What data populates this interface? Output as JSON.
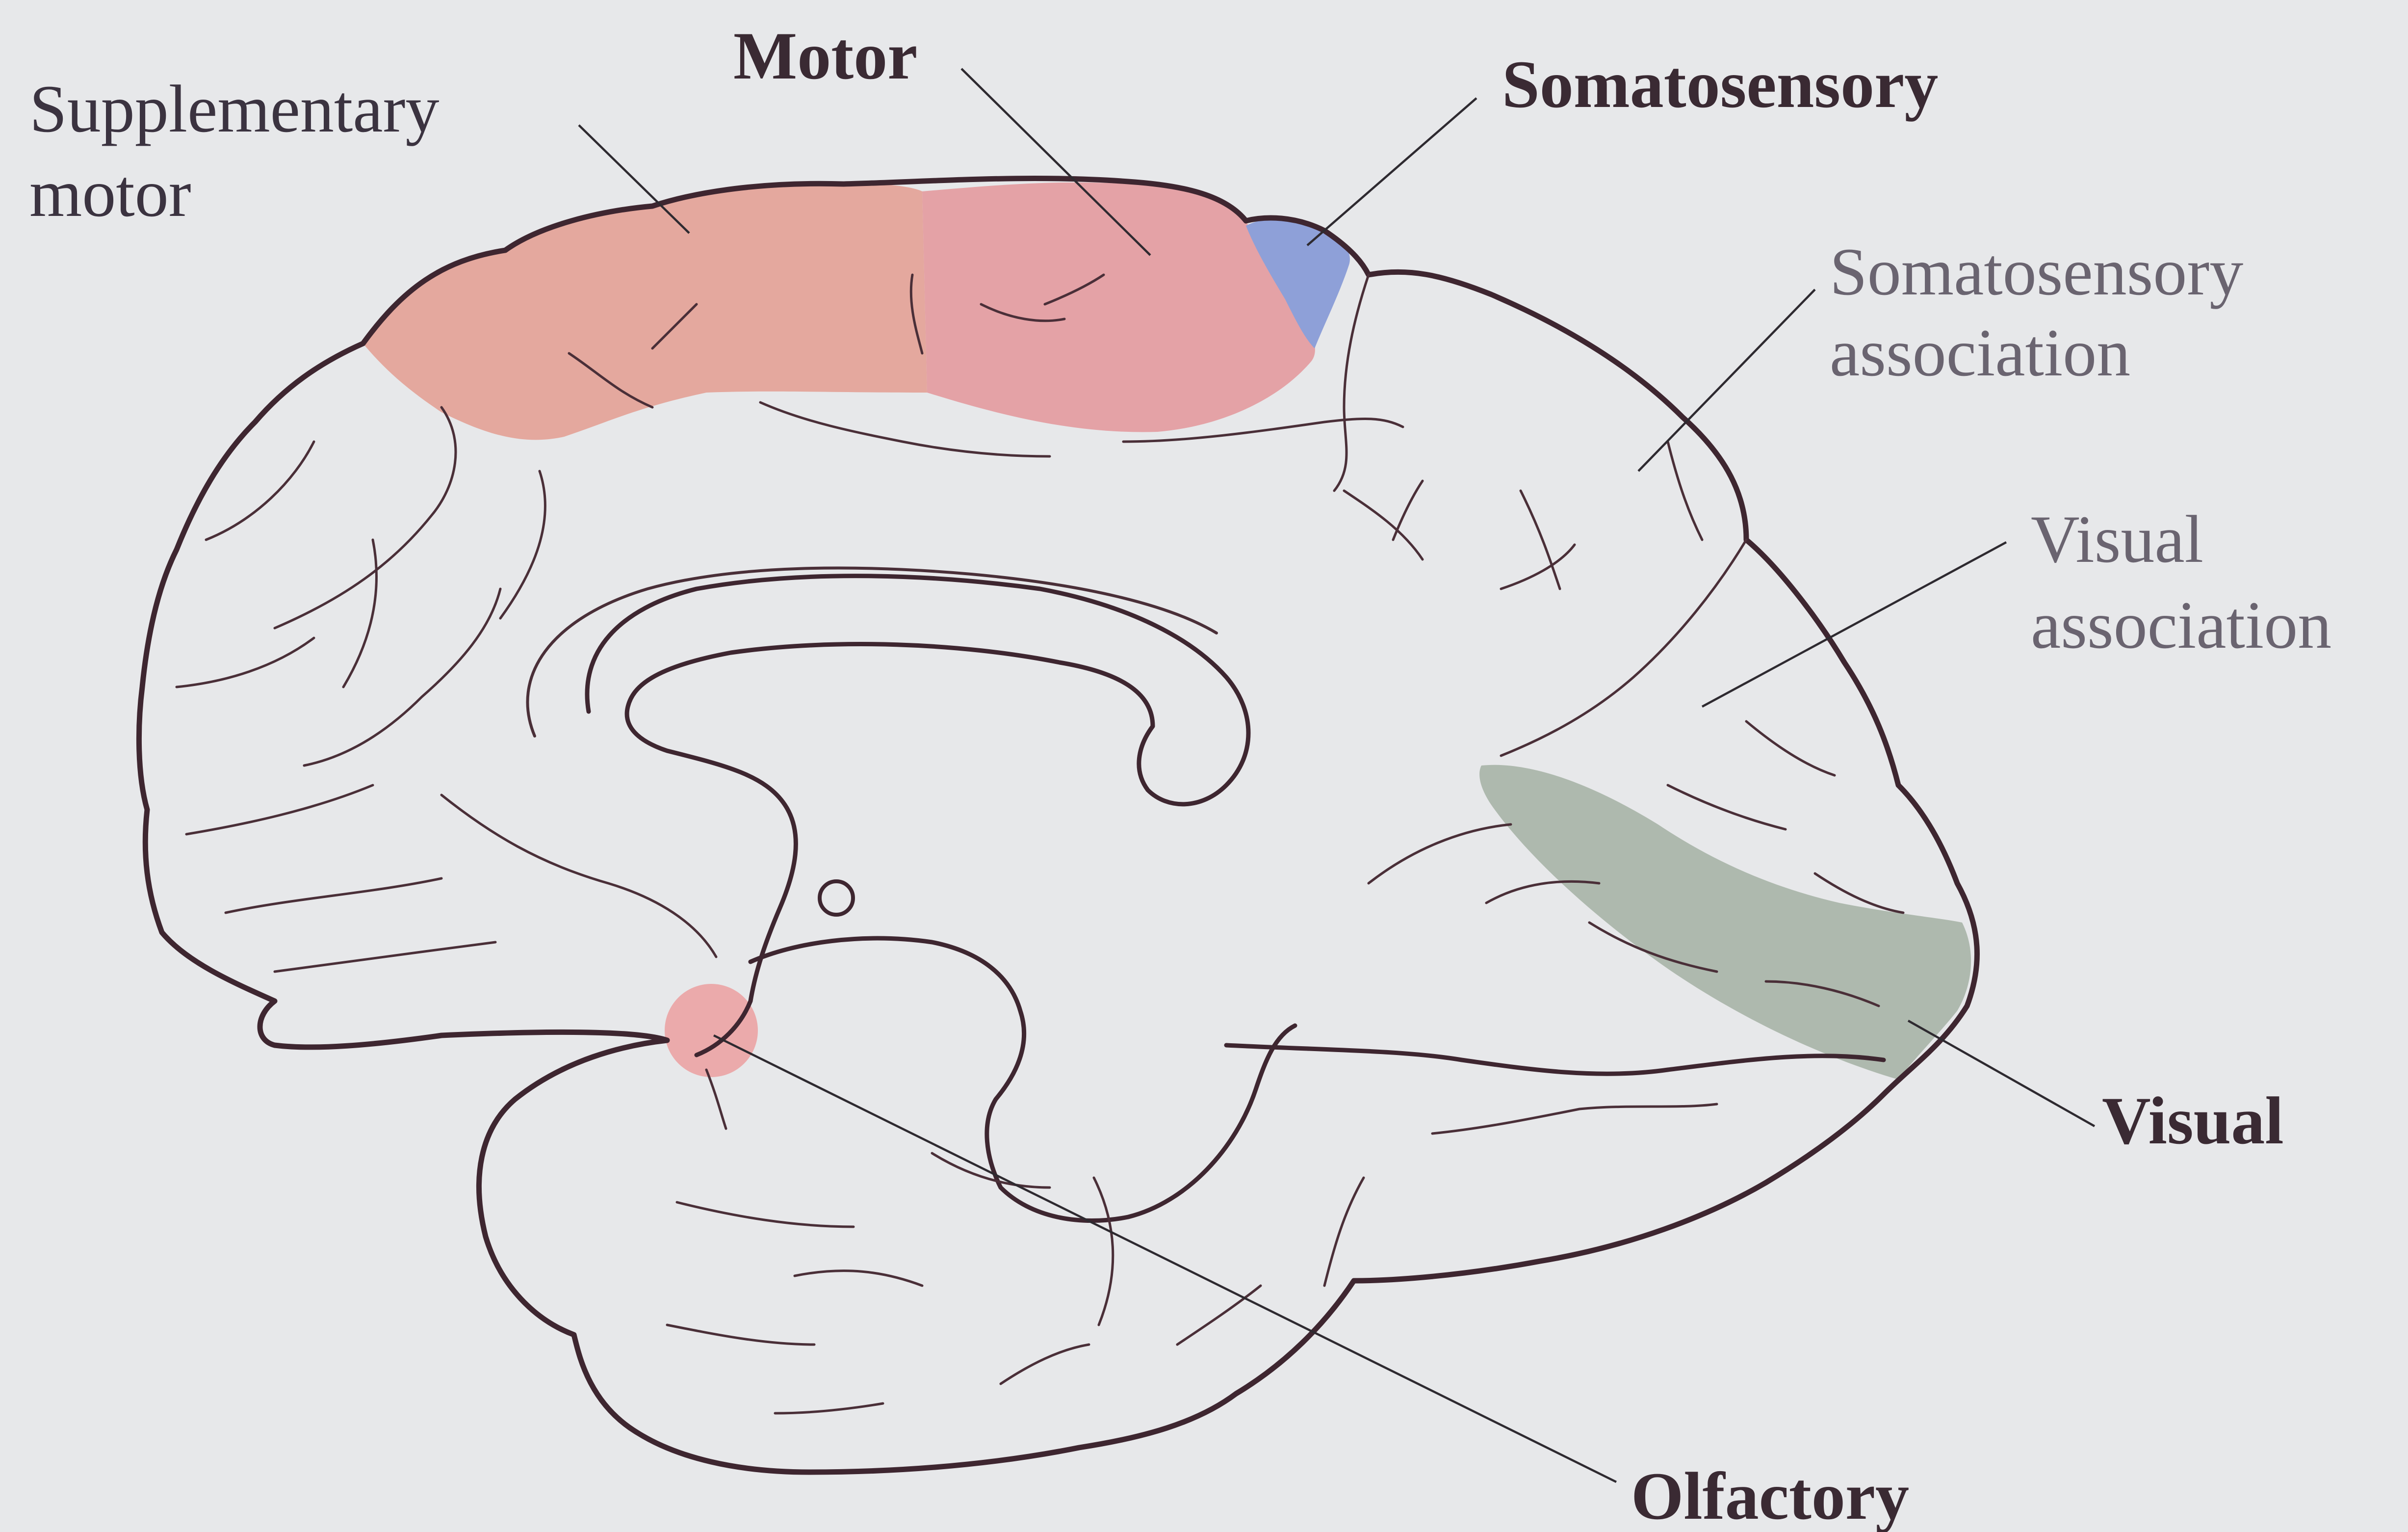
{
  "labels": {
    "supplementary_motor_line1": "Supplementary",
    "supplementary_motor_line2": "motor",
    "motor": "Motor",
    "somatosensory": "Somatosensory",
    "somatosensory_association_line1": "Somatosensory",
    "somatosensory_association_line2": "association",
    "visual_association_line1": "Visual",
    "visual_association_line2": "association",
    "visual": "Visual",
    "olfactory": "Olfactory"
  },
  "colors": {
    "background": "#e7e8ea",
    "motor_region": "#e39a9e",
    "supplementary_motor_region": "#e3a196",
    "somatosensory_region": "#8ea0d8",
    "visual_region": "#a9b4a8",
    "olfactory_region": "#eba3a4",
    "outline": "#3e2630"
  }
}
